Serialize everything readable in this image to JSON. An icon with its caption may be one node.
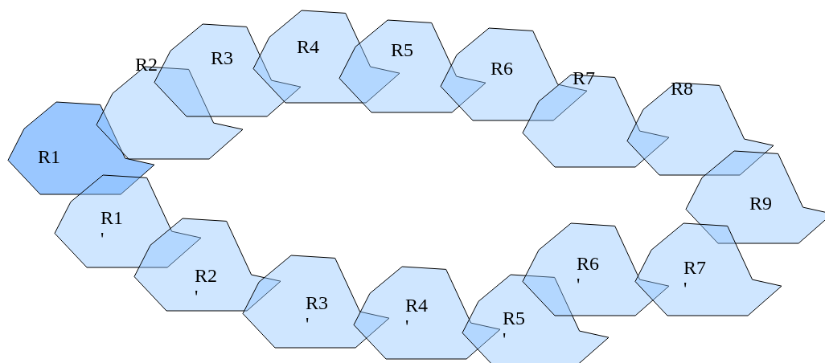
{
  "diagram": {
    "nodes": [
      {
        "text": [
          "R1"
        ]
      },
      {
        "text": [
          "R2"
        ]
      },
      {
        "text": [
          "R3"
        ]
      },
      {
        "text": [
          "R4"
        ]
      },
      {
        "text": [
          "R5"
        ]
      },
      {
        "text": [
          "R6"
        ]
      },
      {
        "text": [
          "R7"
        ]
      },
      {
        "text": [
          "R8"
        ]
      },
      {
        "text": [
          "R9"
        ]
      },
      {
        "text": [
          "R1 '"
        ]
      },
      {
        "text": [
          "R2 '"
        ]
      },
      {
        "text": [
          "R3 '"
        ]
      },
      {
        "text": [
          "R4 '"
        ]
      },
      {
        "text": [
          "R5 '"
        ]
      },
      {
        "text": [
          "R6 '"
        ]
      },
      {
        "text": [
          "R7 '"
        ]
      }
    ]
  }
}
